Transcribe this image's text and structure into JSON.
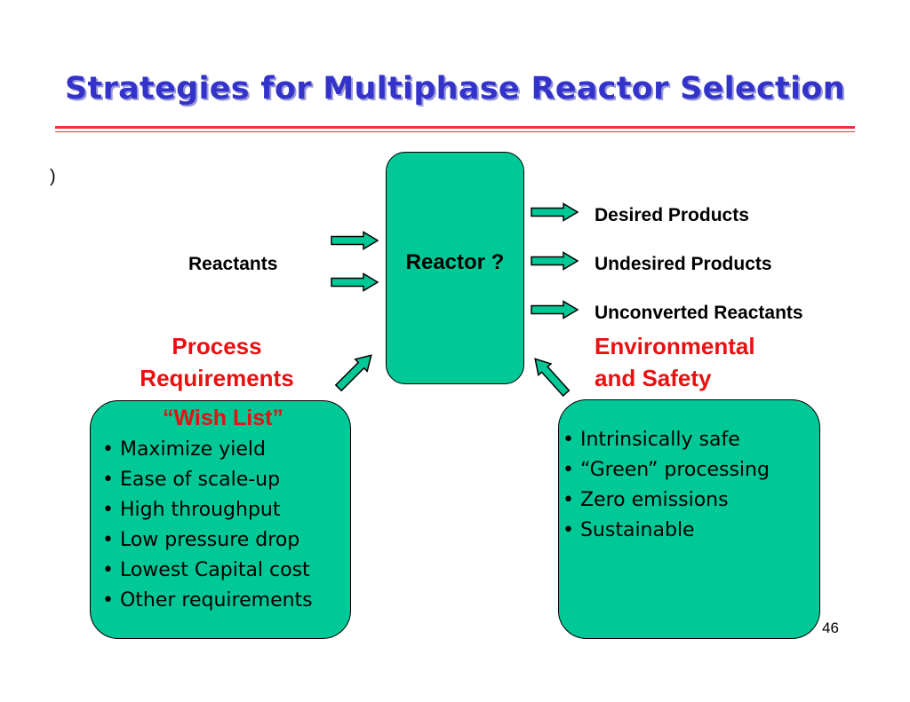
{
  "title": "Strategies for Multiphase Reactor Selection",
  "stray_char": ")",
  "reactor": {
    "label": "Reactor ?"
  },
  "inputs": {
    "reactants": "Reactants"
  },
  "outputs": [
    "Desired Products",
    "Undesired Products",
    "Unconverted Reactants"
  ],
  "process": {
    "heading_line1": "Process",
    "heading_line2": "Requirements",
    "wish_list_title": "“Wish List”",
    "items": [
      "• Maximize yield",
      "• Ease of scale-up",
      "• High throughput",
      "• Low pressure drop",
      "• Lowest Capital cost",
      "• Other requirements"
    ]
  },
  "environment": {
    "heading_line1": "Environmental",
    "heading_line2": "and Safety",
    "items": [
      "• Intrinsically safe",
      "• “Green” processing",
      "• Zero emissions",
      "• Sustainable"
    ]
  },
  "page_number": "46",
  "colors": {
    "title": "#3333cc",
    "accent_red": "#e81010",
    "box_fill": "#00c896",
    "rule": "#e8343a"
  },
  "icons": [
    "arrow-right-icon",
    "arrow-diagonal-icon"
  ]
}
